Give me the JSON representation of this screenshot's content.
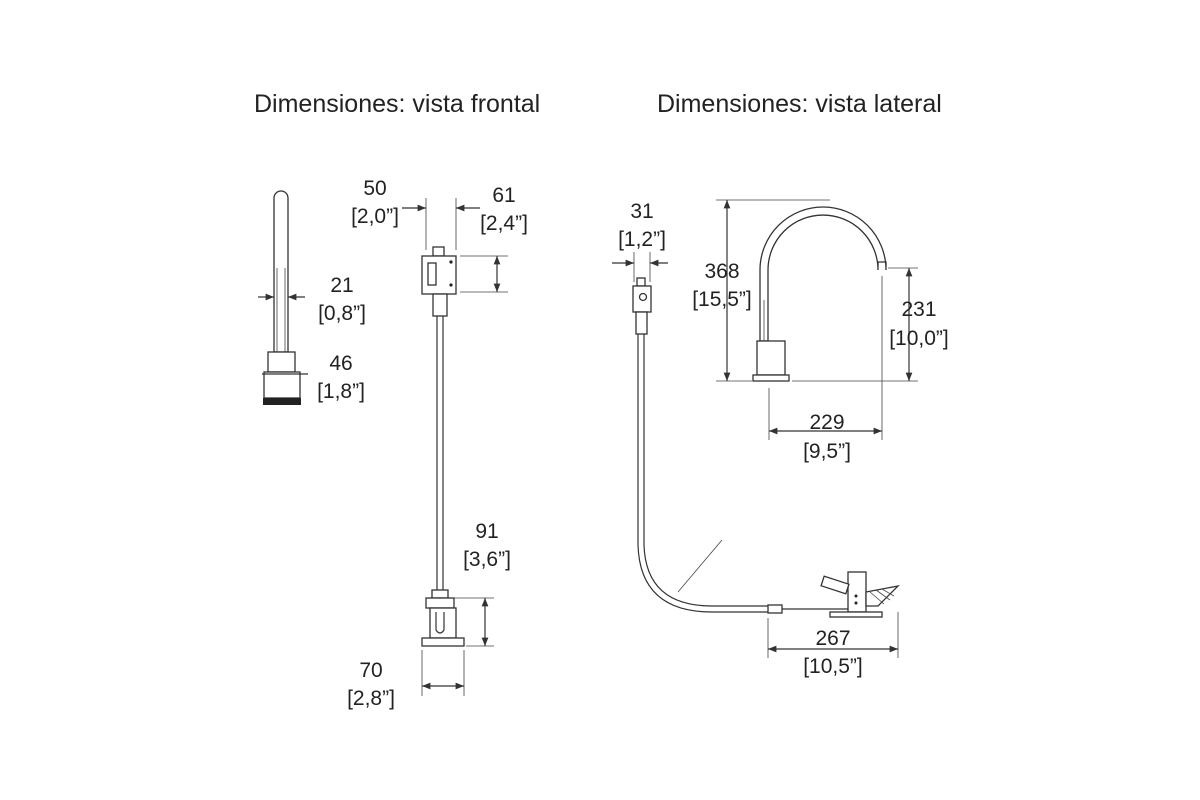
{
  "titles": {
    "front": "Dimensiones: vista frontal",
    "side": "Dimensiones: vista lateral"
  },
  "dimensions": {
    "spout_width": {
      "mm": "21",
      "inch": "[0,8”]"
    },
    "base_width": {
      "mm": "46",
      "inch": "[1,8”]"
    },
    "box_width": {
      "mm": "50",
      "inch": "[2,0”]"
    },
    "box_height": {
      "mm": "61",
      "inch": "[2,4”]"
    },
    "mount_height": {
      "mm": "91",
      "inch": "[3,6”]"
    },
    "mount_width": {
      "mm": "70",
      "inch": "[2,8”]"
    },
    "side_box_width": {
      "mm": "31",
      "inch": "[1,2”]"
    },
    "total_height": {
      "mm": "368",
      "inch": "[15,5”]"
    },
    "outlet_height": {
      "mm": "231",
      "inch": "[10,0”]"
    },
    "reach": {
      "mm": "229",
      "inch": "[9,5”]"
    },
    "mount_length": {
      "mm": "267",
      "inch": "[10,5”]"
    }
  }
}
